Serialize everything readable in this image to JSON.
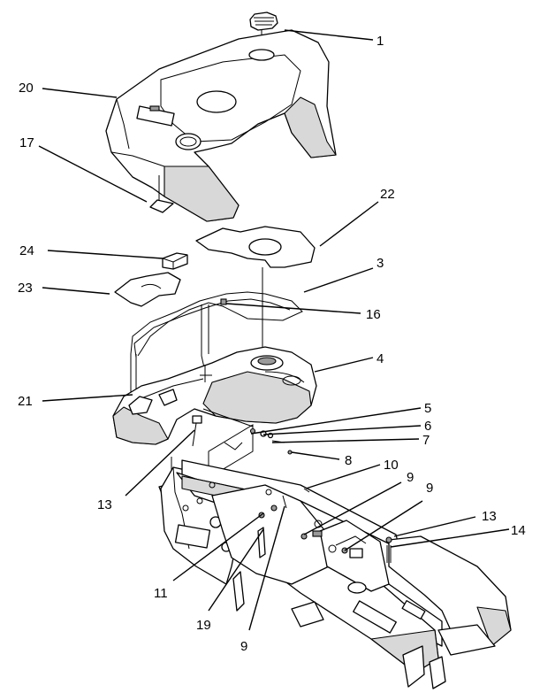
{
  "callouts": [
    {
      "id": "c1",
      "text": "1"
    },
    {
      "id": "c20",
      "text": "20"
    },
    {
      "id": "c17",
      "text": "17"
    },
    {
      "id": "c22",
      "text": "22"
    },
    {
      "id": "c24",
      "text": "24"
    },
    {
      "id": "c3",
      "text": "3"
    },
    {
      "id": "c23",
      "text": "23"
    },
    {
      "id": "c16",
      "text": "16"
    },
    {
      "id": "c4",
      "text": "4"
    },
    {
      "id": "c21",
      "text": "21"
    },
    {
      "id": "c5",
      "text": "5"
    },
    {
      "id": "c6",
      "text": "6"
    },
    {
      "id": "c7",
      "text": "7"
    },
    {
      "id": "c8",
      "text": "8"
    },
    {
      "id": "c10",
      "text": "10"
    },
    {
      "id": "c9a",
      "text": "9"
    },
    {
      "id": "c9b",
      "text": "9"
    },
    {
      "id": "c13a",
      "text": "13"
    },
    {
      "id": "c13b",
      "text": "13"
    },
    {
      "id": "c14",
      "text": "14"
    },
    {
      "id": "c11",
      "text": "11"
    },
    {
      "id": "c19",
      "text": "19"
    },
    {
      "id": "c9c",
      "text": "9"
    }
  ]
}
